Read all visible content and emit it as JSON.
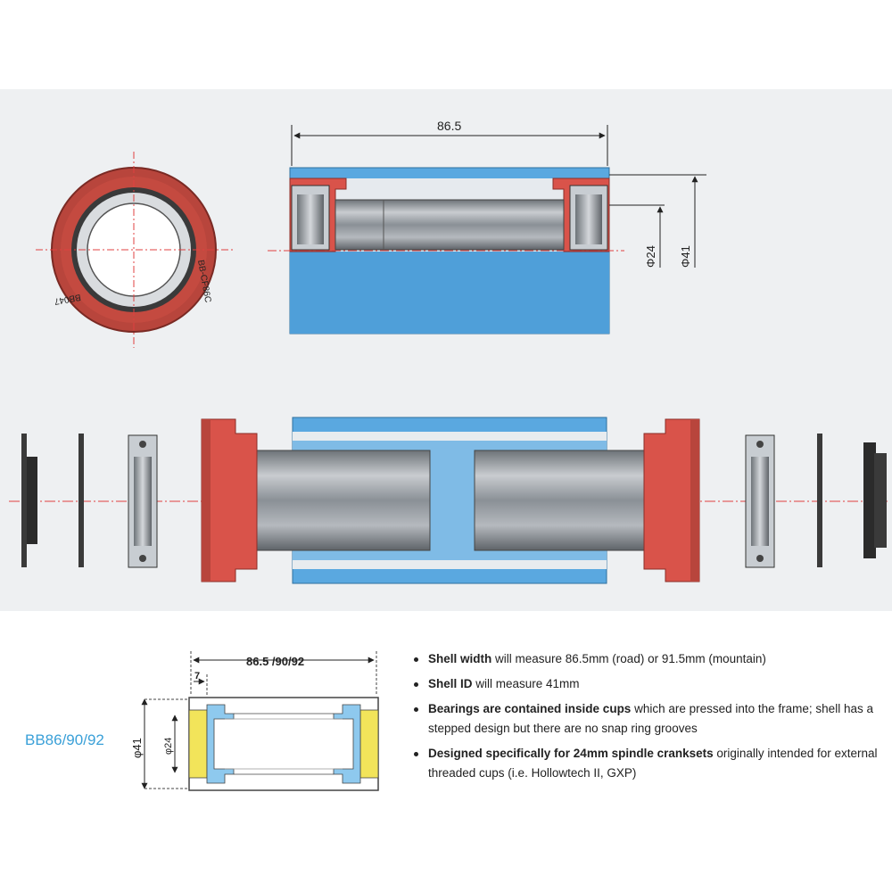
{
  "colors": {
    "shell": "#5aa8e0",
    "cup": "#d9534a",
    "spindle": "#9aa0a6",
    "bearing": "#c8cdd2",
    "centerline": "#e04040",
    "accent_text": "#3aa0d8",
    "insert_yellow": "#f2e45a"
  },
  "top_drawing": {
    "width_dim": "86.5",
    "inner_dim": "Φ24",
    "outer_dim": "Φ41",
    "cup_text": [
      "BB-CF86C",
      "BB047"
    ]
  },
  "small_drawing": {
    "width_dim": "86.5 /90/92",
    "offset_dim": "7",
    "outer_dim": "φ41",
    "inner_dim": "φ24"
  },
  "label": "BB86/90/92",
  "specs": [
    {
      "bold": "Shell width",
      "text": " will measure 86.5mm (road) or 91.5mm (mountain)"
    },
    {
      "bold": "Shell ID",
      "text": " will measure 41mm"
    },
    {
      "bold": "Bearings are contained inside cups",
      "text": " which are pressed into the frame; shell has a stepped design but there are no snap ring grooves"
    },
    {
      "bold": "Designed specifically for 24mm spindle cranksets",
      "text": " originally intended for external threaded cups (i.e. Hollowtech II, GXP)"
    }
  ]
}
